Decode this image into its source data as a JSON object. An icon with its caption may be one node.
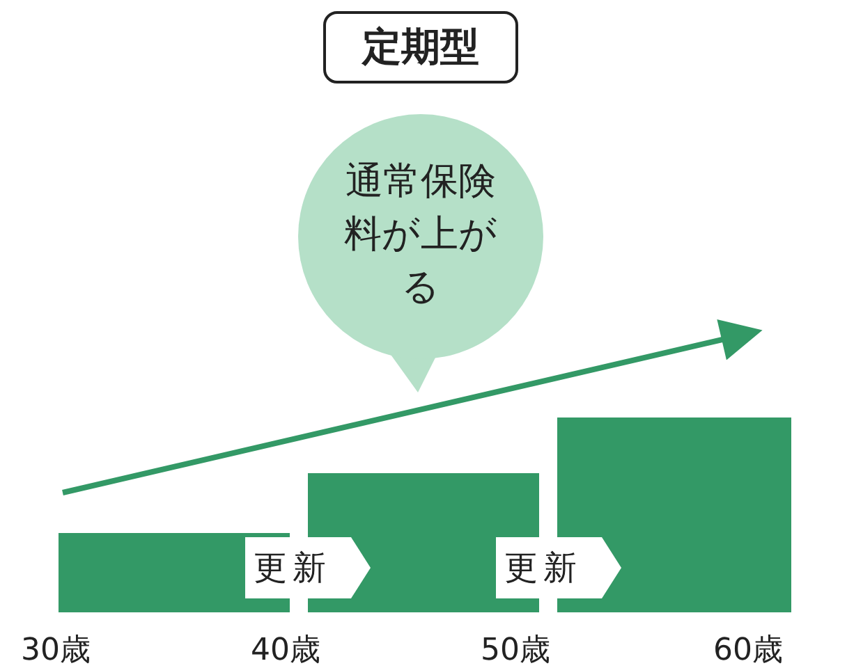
{
  "diagram": {
    "title": "定期型",
    "nodes": [
      {
        "text": [
          "通常保険料が上がる"
        ]
      },
      {
        "text": [],
        "shape": "bar"
      },
      {
        "text": [],
        "shape": "bar"
      },
      {
        "text": [],
        "shape": "bar"
      },
      {
        "text": [
          "更新"
        ]
      },
      {
        "text": [
          "更新"
        ]
      }
    ],
    "labels": [
      "30歳",
      "40歳",
      "50歳",
      "60歳"
    ]
  }
}
